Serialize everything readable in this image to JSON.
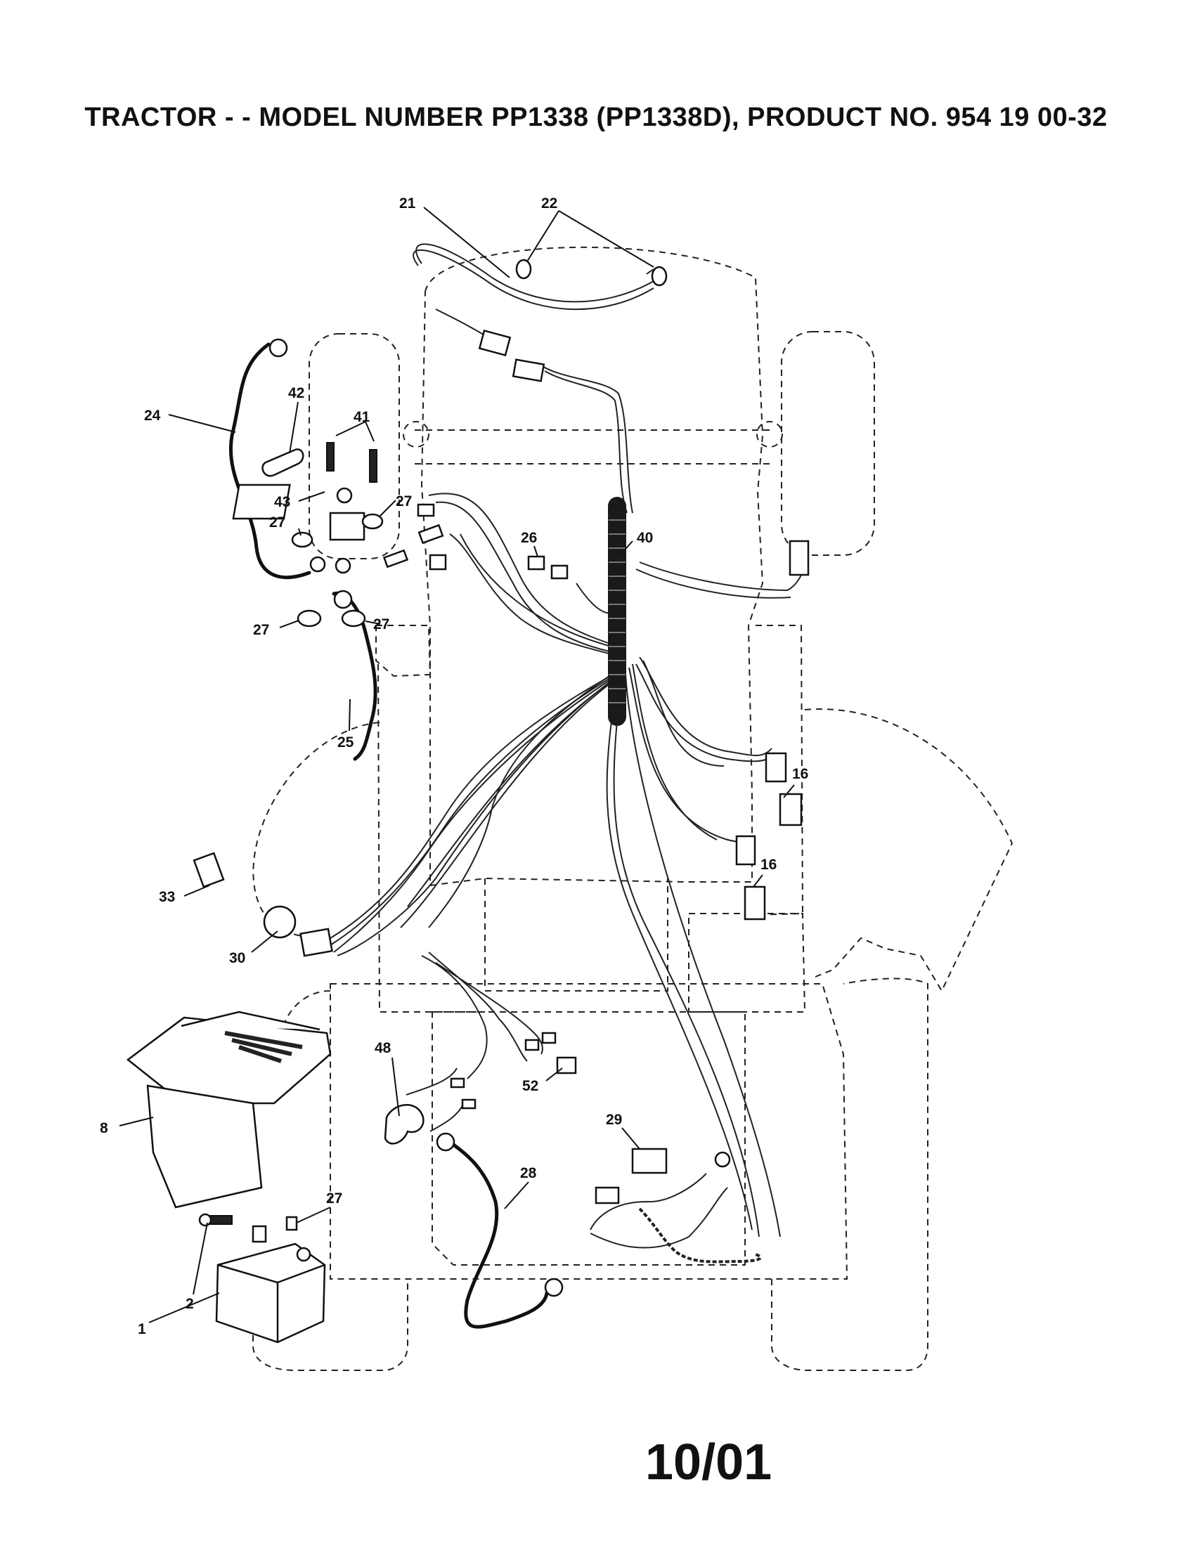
{
  "title": "TRACTOR - - MODEL NUMBER PP1338 (PP1338D), PRODUCT NO. 954 19 00-32",
  "footer": "10/01",
  "callouts": [
    "21",
    "22",
    "24",
    "42",
    "41",
    "43",
    "27",
    "27",
    "27",
    "27",
    "26",
    "40",
    "25",
    "16",
    "16",
    "33",
    "30",
    "48",
    "52",
    "8",
    "29",
    "28",
    "27",
    "2",
    "1"
  ]
}
